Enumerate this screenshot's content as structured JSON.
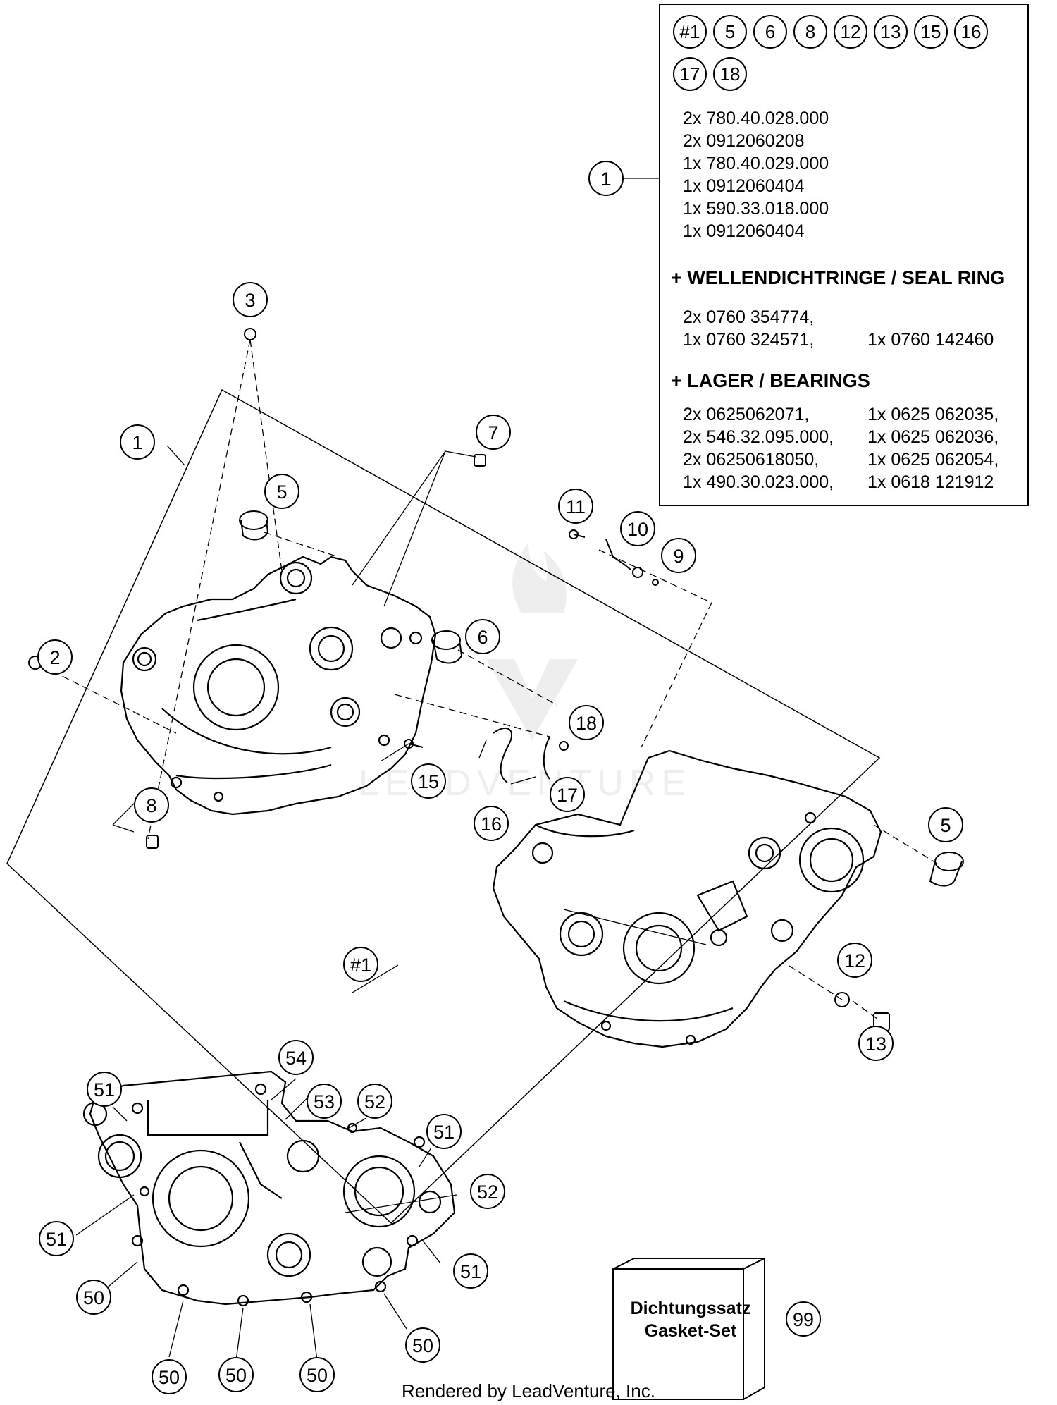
{
  "kit_box": {
    "circles": [
      "#1",
      "5",
      "6",
      "8",
      "12",
      "13",
      "15",
      "16",
      "17",
      "18"
    ],
    "parts_list": [
      "2x 780.40.028.000",
      "2x 0912060208",
      "1x 780.40.029.000",
      "1x 0912060404",
      "1x 590.33.018.000",
      "1x 0912060404"
    ],
    "seal_heading": "+ WELLENDICHTRINGE /  SEAL RING",
    "seal_rows": [
      [
        "2x 0760 354774,",
        ""
      ],
      [
        "1x 0760 324571,",
        "1x 0760 142460"
      ]
    ],
    "bearing_heading": "+ LAGER / BEARINGS",
    "bearing_rows": [
      [
        "2x 0625062071,",
        "1x 0625 062035,"
      ],
      [
        "2x 546.32.095.000,",
        "1x 0625 062036,"
      ],
      [
        "2x 06250618050,",
        "1x 0625 062054,"
      ],
      [
        "1x 490.30.023.000,",
        "1x 0618 121912"
      ]
    ]
  },
  "callouts": {
    "c1_box": "1",
    "c3": "3",
    "c7": "7",
    "c1_case": "1",
    "c5_left": "5",
    "c11": "11",
    "c10": "10",
    "c9": "9",
    "c6": "6",
    "c2": "2",
    "c18": "18",
    "c15": "15",
    "c17": "17",
    "c8": "8",
    "c16": "16",
    "c5_right": "5",
    "c12": "12",
    "c13": "13",
    "chash1": "#1",
    "c54": "54",
    "c51_a": "51",
    "c53": "53",
    "c52_a": "52",
    "c51_b": "51",
    "c52_b": "52",
    "c51_c": "51",
    "c51_d": "51",
    "c50_a": "50",
    "c50_b": "50",
    "c50_c": "50",
    "c50_d": "50",
    "c50_e": "50",
    "c99": "99"
  },
  "gasket_set": {
    "line1": "Dichtungssatz",
    "line2": "Gasket-Set"
  },
  "watermark": "LEADVENTURE",
  "footer": "Rendered by LeadVenture, Inc."
}
